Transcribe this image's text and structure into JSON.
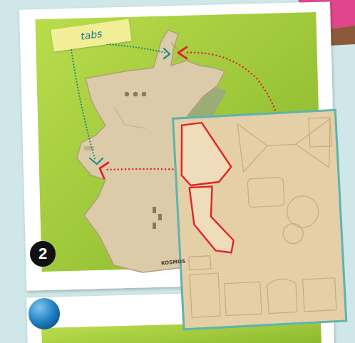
{
  "diagram": {
    "nodes": [
      {
        "text": [
          "tabs"
        ]
      },
      {
        "text": [
          "2"
        ]
      }
    ],
    "labels": [
      "KOSMOS"
    ]
  }
}
